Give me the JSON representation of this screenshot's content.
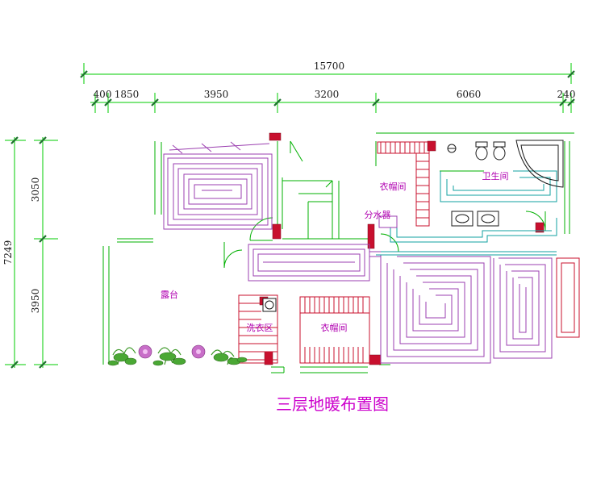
{
  "title": "三层地暖布置图",
  "dimensions": {
    "total_width": "15700",
    "segments": [
      "400",
      "1850",
      "3950",
      "3200",
      "6060",
      "240"
    ],
    "total_height": "7249",
    "height_segments": [
      "3050",
      "3950"
    ]
  },
  "rooms": {
    "cloakroom_top": "衣帽间",
    "bathroom": "卫生间",
    "manifold": "分水器",
    "terrace": "露台",
    "laundry": "洗衣区",
    "cloakroom_bottom": "衣帽间"
  },
  "colors": {
    "dimension_line": "#00cc00",
    "tick": "#1f6f2f",
    "heating_pipe": "#9b3fb0",
    "wall_hatch": "#c8102e",
    "fixture": "#10a0a0",
    "room_label": "#b000b0",
    "title": "#cc00cc",
    "plant": "#3f9a2a"
  }
}
